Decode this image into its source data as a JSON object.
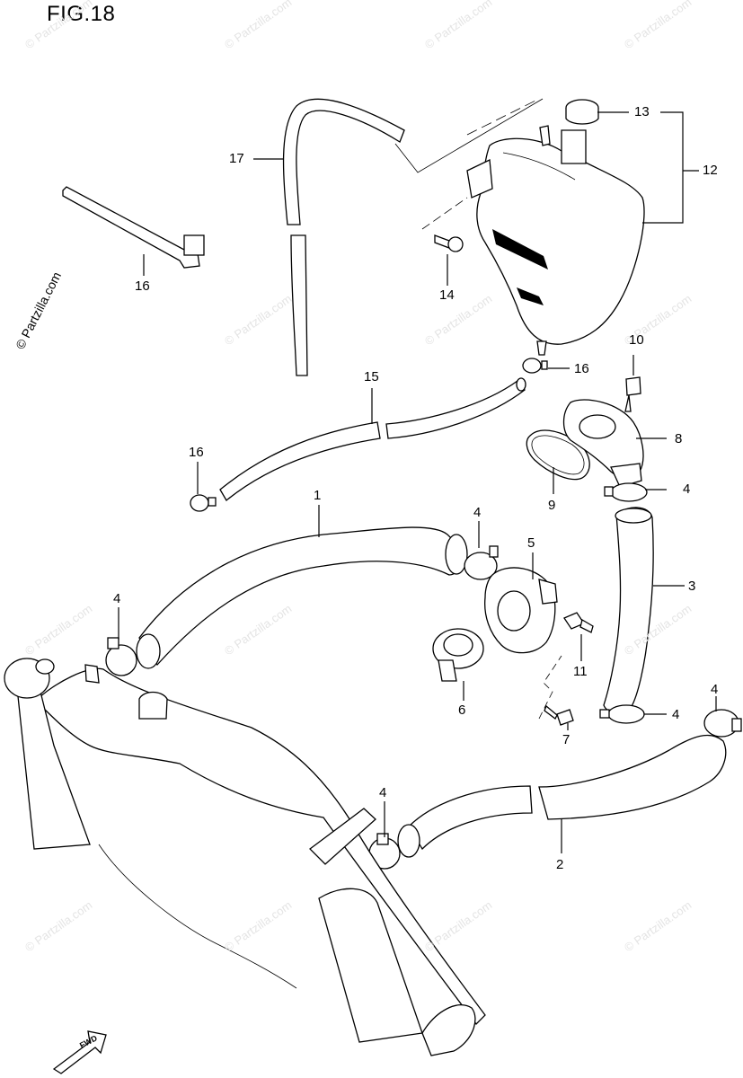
{
  "figure": {
    "title": "FIG.18"
  },
  "watermarks": {
    "side": "© Partzilla.com",
    "tile": "© Partzilla.com"
  },
  "fwd_label": "FWD",
  "callouts": [
    {
      "id": "c13",
      "text": "13"
    },
    {
      "id": "c12",
      "text": "12"
    },
    {
      "id": "c17",
      "text": "17"
    },
    {
      "id": "c16a",
      "text": "16"
    },
    {
      "id": "c14",
      "text": "14"
    },
    {
      "id": "c10",
      "text": "10"
    },
    {
      "id": "c15",
      "text": "15"
    },
    {
      "id": "c16b",
      "text": "16"
    },
    {
      "id": "c8",
      "text": "8"
    },
    {
      "id": "c16c",
      "text": "16"
    },
    {
      "id": "c9",
      "text": "9"
    },
    {
      "id": "c4a",
      "text": "4"
    },
    {
      "id": "c1",
      "text": "1"
    },
    {
      "id": "c4b",
      "text": "4"
    },
    {
      "id": "c5",
      "text": "5"
    },
    {
      "id": "c3",
      "text": "3"
    },
    {
      "id": "c4c",
      "text": "4"
    },
    {
      "id": "c11",
      "text": "11"
    },
    {
      "id": "c6",
      "text": "6"
    },
    {
      "id": "c7",
      "text": "7"
    },
    {
      "id": "c4d",
      "text": "4"
    },
    {
      "id": "c4e",
      "text": "4"
    },
    {
      "id": "c4f",
      "text": "4"
    },
    {
      "id": "c2",
      "text": "2"
    }
  ]
}
